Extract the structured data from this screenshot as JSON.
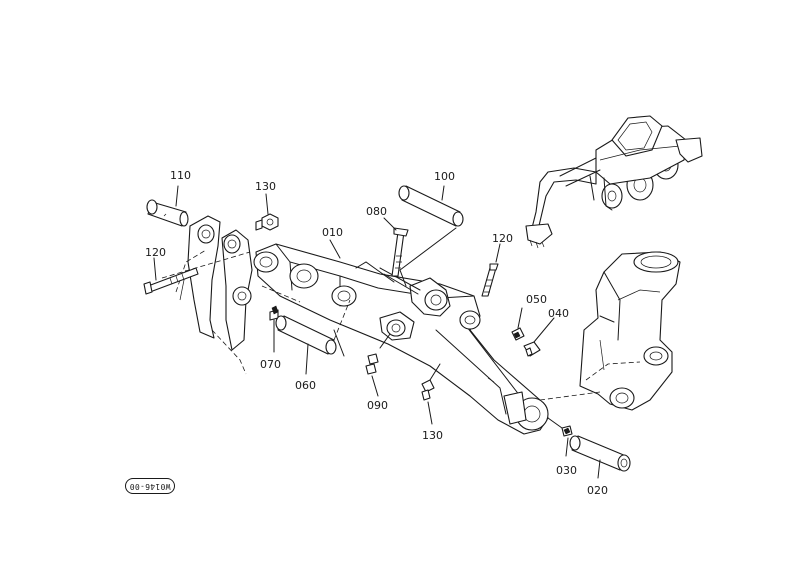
{
  "diagram": {
    "part_numbers": {
      "p010": "010",
      "p020": "020",
      "p030": "030",
      "p040": "040",
      "p050": "050",
      "p060": "060",
      "p070": "070",
      "p080": "080",
      "p090": "090",
      "p100": "100",
      "p110": "110",
      "p120_left": "120",
      "p120_right": "120",
      "p130_top": "130",
      "p130_bottom": "130"
    },
    "figure_code": "W0146-00"
  }
}
